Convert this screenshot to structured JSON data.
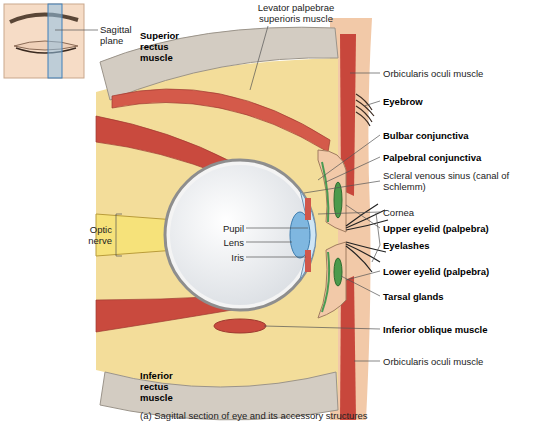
{
  "diagram": {
    "caption": "(a) Sagittal section of eye and its accessory structures",
    "labels": [
      "Sagittal plane",
      "Levator palpebrae superioris muscle",
      "Superior rectus muscle",
      "Orbicularis oculi muscle",
      "Eyebrow",
      "Bulbar conjunctiva",
      "Palpebral conjunctiva",
      "Scleral venous sinus (canal of Schlemm)",
      "Cornea",
      "Optic nerve",
      "Pupil",
      "Lens",
      "Iris",
      "Upper eyelid (palpebra)",
      "Eyelashes",
      "Lower eyelid (palpebra)",
      "Tarsal glands",
      "Inferior oblique muscle",
      "Orbicularis oculi muscle",
      "Inferior rectus muscle"
    ]
  }
}
